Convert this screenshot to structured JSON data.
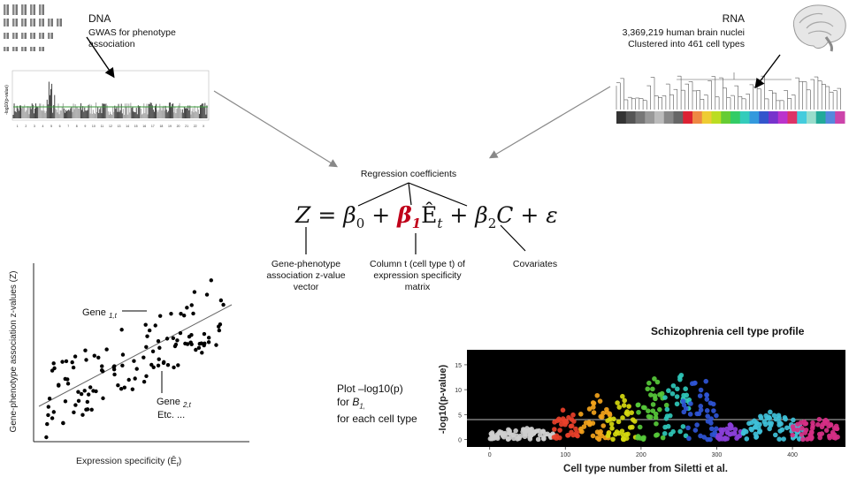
{
  "dna": {
    "title": "DNA",
    "desc": "GWAS for phenotype association",
    "manhattan_ylabel": "-log10(p-value)",
    "chromosomes": [
      "1",
      "2",
      "3",
      "4",
      "5",
      "6",
      "7",
      "8",
      "9",
      "10",
      "11",
      "12",
      "13",
      "14",
      "15",
      "16",
      "17",
      "18",
      "19",
      "20",
      "21",
      "22",
      "X"
    ]
  },
  "rna": {
    "title": "RNA",
    "line1": "3,369,219 human brain nuclei",
    "line2": "Clustered into 461 cell types"
  },
  "regression": {
    "heading": "Regression coefficients",
    "eq_Z": "Z",
    "eq_eq": "=",
    "eq_b0": "β",
    "eq_b0_sub": "0",
    "eq_plus1": "+",
    "eq_b1": "β",
    "eq_b1_sub": "1",
    "eq_E": "Ê",
    "eq_E_sub": "t",
    "eq_plus2": "+",
    "eq_b2": "β",
    "eq_b2_sub": "2",
    "eq_C": "C",
    "eq_plus3": "+",
    "eq_eps": "ε",
    "accent_color": "#c0001a",
    "label_z": "Gene-phenotype association z-value vector",
    "label_e": "Column t (cell type t) of expression specificity matrix",
    "label_c": "Covariates"
  },
  "scatter": {
    "ylabel": "Gene-phenotype association z-values (Z)",
    "xlabel": "Expression specificity (Ê",
    "xlabel_sub": "t",
    "xlabel_end": ")",
    "gene1": "Gene",
    "gene1_sub": "1,t",
    "gene2": "Gene",
    "gene2_sub": "2,t",
    "etc": "Etc. ..."
  },
  "plot_note": {
    "line1": "Plot –log10(p)",
    "line2_pre": "for ",
    "line2_b": "B",
    "line2_sub": "1,",
    "line3": "for each cell type"
  },
  "chart_data": {
    "type": "scatter",
    "title": "Schizophrenia cell type profile",
    "xlabel": "Cell type number from Siletti et al.",
    "ylabel": "-log10(p-value)",
    "x_ticks": [
      "0",
      "100",
      "200",
      "300",
      "400"
    ],
    "y_ticks": [
      "0",
      "5",
      "10",
      "15"
    ],
    "xlim": [
      -30,
      470
    ],
    "ylim": [
      -1.5,
      18
    ],
    "threshold": 4,
    "clusters": [
      {
        "x0": 0,
        "x1": 85,
        "ymax": 2.5,
        "color": "#cfcfcf"
      },
      {
        "x0": 85,
        "x1": 120,
        "ymax": 7,
        "color": "#e8402a"
      },
      {
        "x0": 120,
        "x1": 160,
        "ymax": 10,
        "color": "#f2a31b"
      },
      {
        "x0": 155,
        "x1": 195,
        "ymax": 9,
        "color": "#d6d90f"
      },
      {
        "x0": 195,
        "x1": 235,
        "ymax": 14,
        "color": "#57c93a"
      },
      {
        "x0": 230,
        "x1": 265,
        "ymax": 16,
        "color": "#2fc7b8"
      },
      {
        "x0": 255,
        "x1": 300,
        "ymax": 15,
        "color": "#2f55d6"
      },
      {
        "x0": 300,
        "x1": 335,
        "ymax": 3,
        "color": "#8a3fd8"
      },
      {
        "x0": 335,
        "x1": 415,
        "ymax": 6,
        "color": "#3fc1d9"
      },
      {
        "x0": 400,
        "x1": 460,
        "ymax": 5,
        "color": "#d62f86"
      }
    ]
  }
}
